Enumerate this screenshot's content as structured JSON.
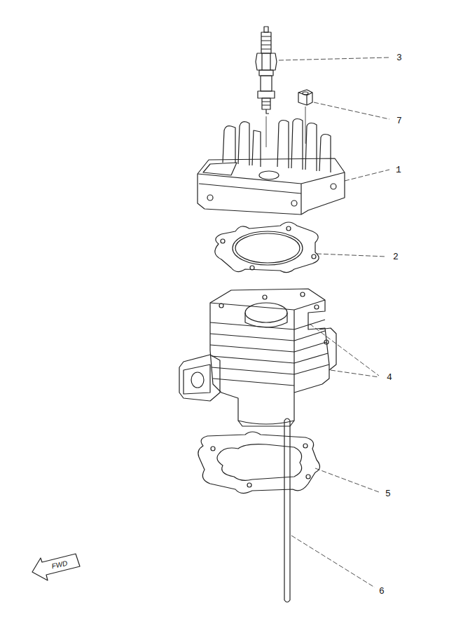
{
  "diagram": {
    "labels": [
      "3",
      "7",
      "1",
      "2",
      "4",
      "5",
      "FWD",
      "6"
    ]
  }
}
